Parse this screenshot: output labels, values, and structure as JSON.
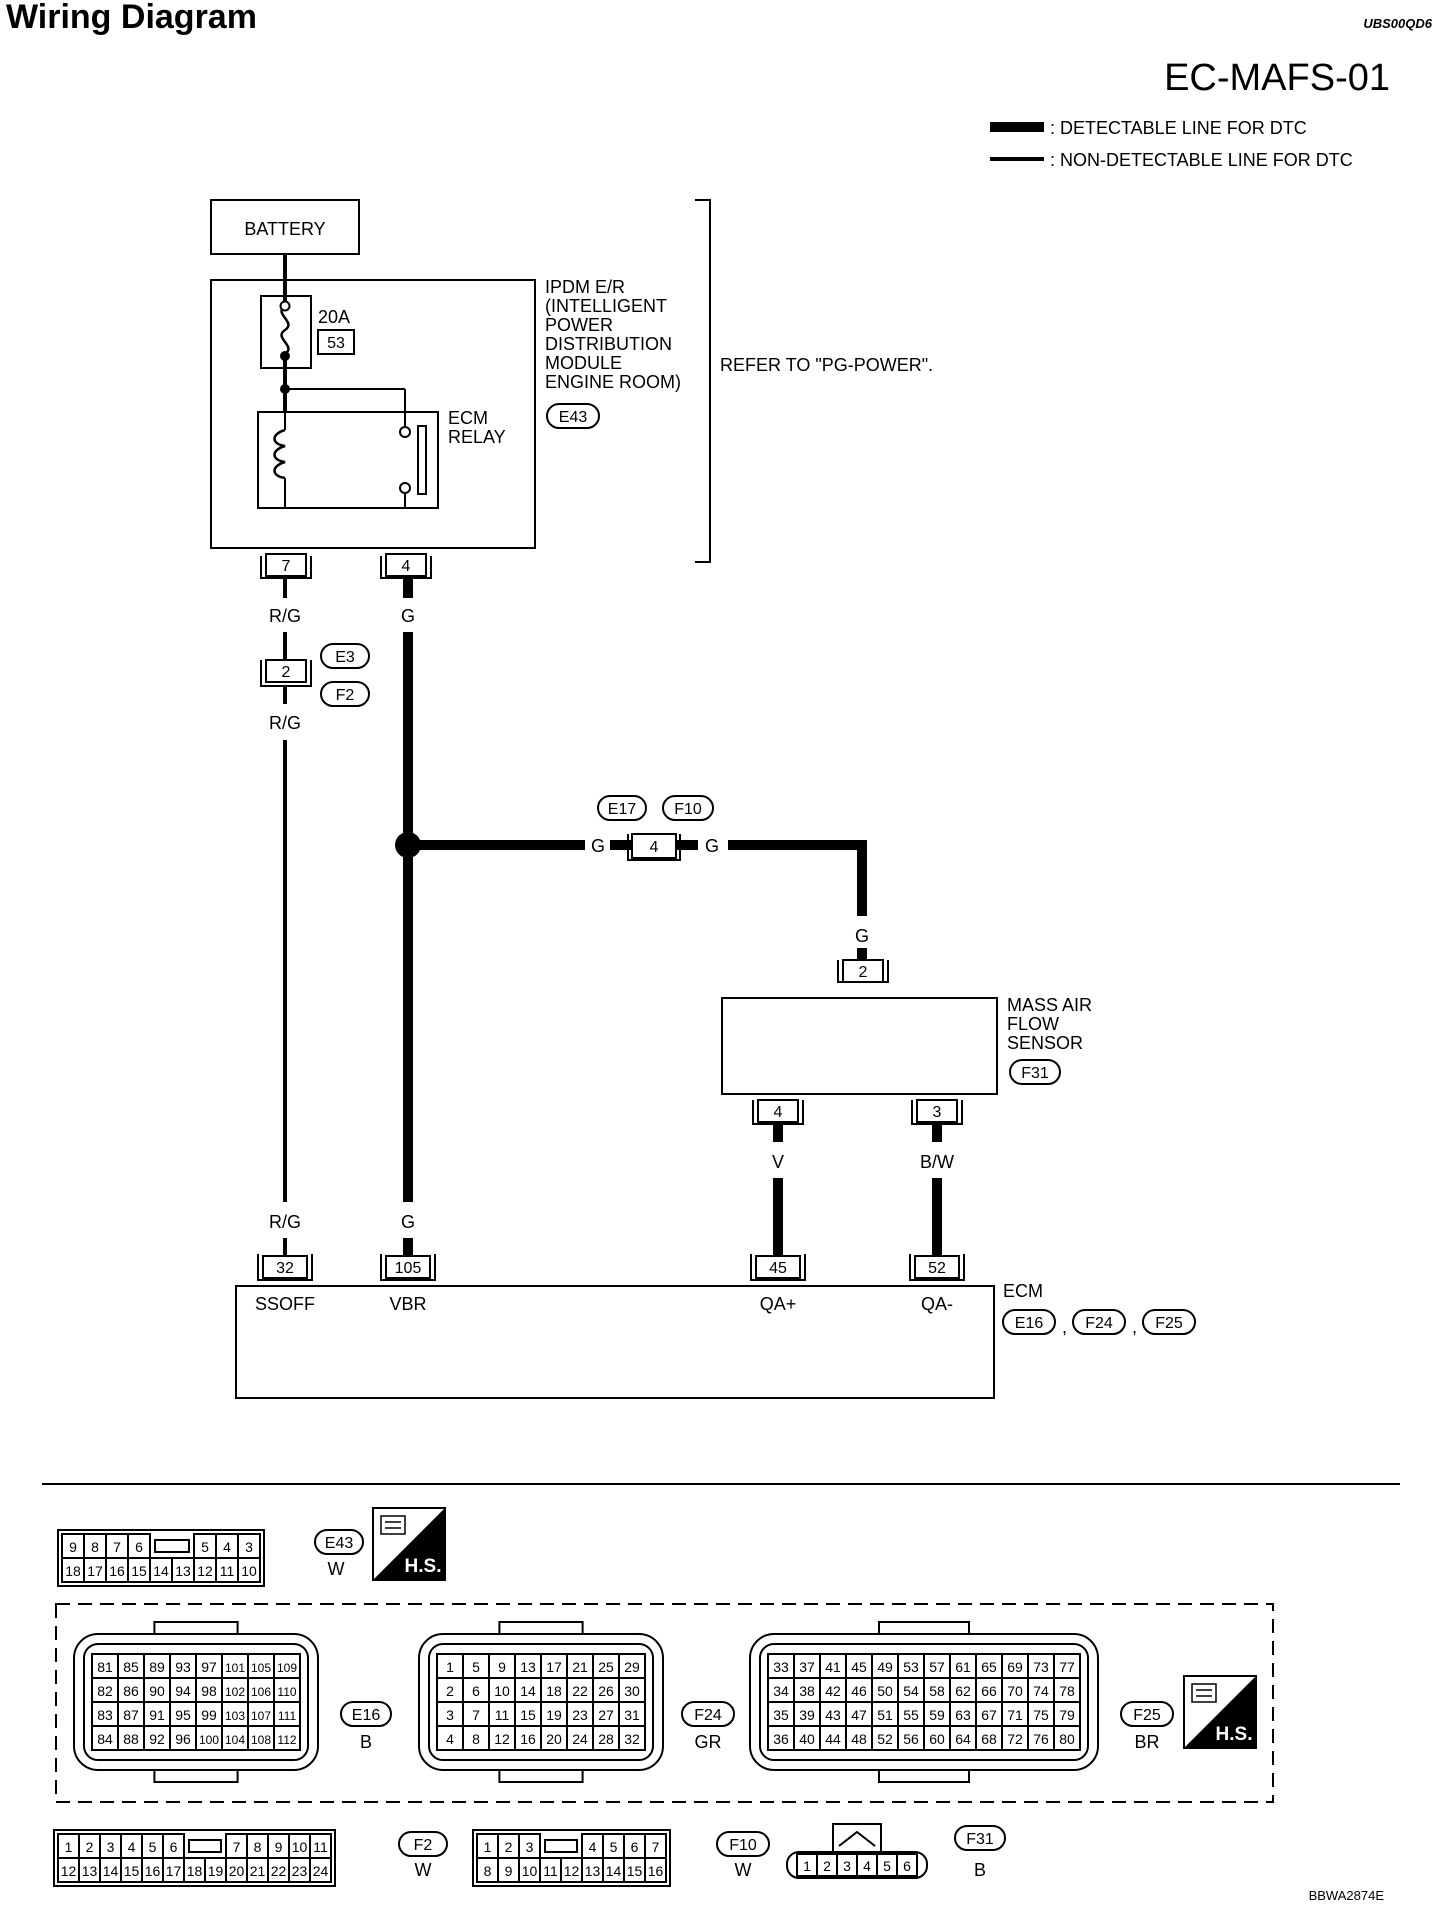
{
  "header": {
    "title": "Wiring Diagram",
    "code": "UBS00QD6",
    "diagram_id": "EC-MAFS-01"
  },
  "legend": [
    {
      "type": "thick",
      "label": ": DETECTABLE LINE FOR DTC"
    },
    {
      "type": "thin",
      "label": ": NON-DETECTABLE LINE FOR DTC"
    }
  ],
  "components": {
    "battery": "BATTERY",
    "fuse": {
      "rating": "20A",
      "number": "53"
    },
    "ipdm": {
      "lines": [
        "IPDM E/R",
        "(INTELLIGENT",
        "POWER",
        "DISTRIBUTION",
        "MODULE",
        "ENGINE ROOM)"
      ],
      "connector": "E43",
      "refer": "REFER TO \"PG-POWER\"."
    },
    "relay": [
      "ECM",
      "RELAY"
    ],
    "maf": {
      "lines": [
        "MASS AIR",
        "FLOW",
        "SENSOR"
      ],
      "connector": "F31"
    },
    "ecm": {
      "label": "ECM",
      "connectors": [
        "E16",
        "F24",
        "F25"
      ],
      "separator": ","
    }
  },
  "pins": {
    "ipdm_7": "7",
    "ipdm_4": "4",
    "jc_2": "2",
    "jc_4": "4",
    "maf_2": "2",
    "maf_4": "4",
    "maf_3": "3",
    "ecm_32": "32",
    "ecm_105": "105",
    "ecm_45": "45",
    "ecm_52": "52"
  },
  "joint_connectors": {
    "e3": "E3",
    "f2": "F2",
    "e17": "E17",
    "f10": "F10"
  },
  "wire_colors": {
    "rg": "R/G",
    "g": "G",
    "v": "V",
    "bw": "B/W"
  },
  "ecm_terminals": {
    "ssoff": "SSOFF",
    "vbr": "VBR",
    "qa_plus": "QA+",
    "qa_minus": "QA-"
  },
  "connector_views": {
    "e43": {
      "id": "E43",
      "color": "W",
      "row1": [
        "9",
        "8",
        "7",
        "6",
        "",
        "5",
        "4",
        "3"
      ],
      "row2": [
        "18",
        "17",
        "16",
        "15",
        "14",
        "13",
        "12",
        "11",
        "10"
      ]
    },
    "e16": {
      "id": "E16",
      "color": "B",
      "rows": [
        [
          "81",
          "85",
          "89",
          "93",
          "97",
          "101",
          "105",
          "109"
        ],
        [
          "82",
          "86",
          "90",
          "94",
          "98",
          "102",
          "106",
          "110"
        ],
        [
          "83",
          "87",
          "91",
          "95",
          "99",
          "103",
          "107",
          "111"
        ],
        [
          "84",
          "88",
          "92",
          "96",
          "100",
          "104",
          "108",
          "112"
        ]
      ]
    },
    "f24": {
      "id": "F24",
      "color": "GR",
      "rows": [
        [
          "1",
          "5",
          "9",
          "13",
          "17",
          "21",
          "25",
          "29"
        ],
        [
          "2",
          "6",
          "10",
          "14",
          "18",
          "22",
          "26",
          "30"
        ],
        [
          "3",
          "7",
          "11",
          "15",
          "19",
          "23",
          "27",
          "31"
        ],
        [
          "4",
          "8",
          "12",
          "16",
          "20",
          "24",
          "28",
          "32"
        ]
      ]
    },
    "f25": {
      "id": "F25",
      "color": "BR",
      "rows": [
        [
          "33",
          "37",
          "41",
          "45",
          "49",
          "53",
          "57",
          "61",
          "65",
          "69",
          "73",
          "77"
        ],
        [
          "34",
          "38",
          "42",
          "46",
          "50",
          "54",
          "58",
          "62",
          "66",
          "70",
          "74",
          "78"
        ],
        [
          "35",
          "39",
          "43",
          "47",
          "51",
          "55",
          "59",
          "63",
          "67",
          "71",
          "75",
          "79"
        ],
        [
          "36",
          "40",
          "44",
          "48",
          "52",
          "56",
          "60",
          "64",
          "68",
          "72",
          "76",
          "80"
        ]
      ]
    },
    "f2": {
      "id": "F2",
      "color": "W",
      "row1": [
        "1",
        "2",
        "3",
        "4",
        "5",
        "6",
        "",
        "7",
        "8",
        "9",
        "10",
        "11"
      ],
      "row2": [
        "12",
        "13",
        "14",
        "15",
        "16",
        "17",
        "18",
        "19",
        "20",
        "21",
        "22",
        "23",
        "24"
      ]
    },
    "f10": {
      "id": "F10",
      "color": "W",
      "row1": [
        "1",
        "2",
        "3",
        "",
        "4",
        "5",
        "6",
        "7"
      ],
      "row2": [
        "8",
        "9",
        "10",
        "11",
        "12",
        "13",
        "14",
        "15",
        "16"
      ]
    },
    "f31": {
      "id": "F31",
      "color": "B",
      "row": [
        "1",
        "2",
        "3",
        "4",
        "5",
        "6"
      ]
    }
  },
  "badge": {
    "text": "H.S."
  },
  "footer_code": "BBWA2874E"
}
